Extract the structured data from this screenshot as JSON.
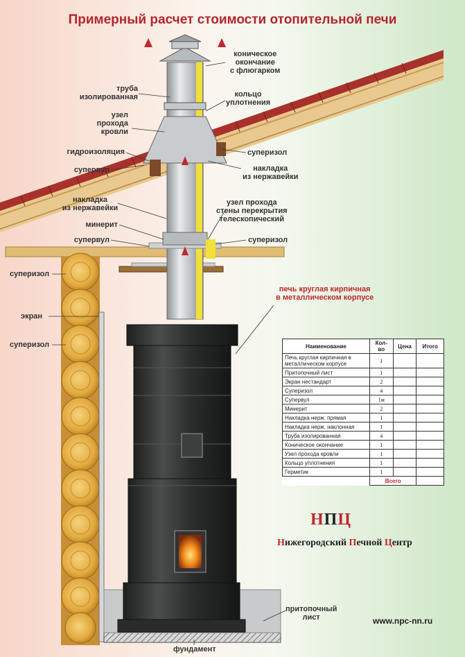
{
  "title": "Примерный расчет стоимости отопительной печи",
  "labels": {
    "conical_end": "коническое\nокончание\nс флюгарком",
    "pipe_insulated": "труба\nизолированная",
    "seal_ring": "кольцо\nуплотнения",
    "roof_passage": "узел\nпрохода\nкровли",
    "waterproofing": "гидроизоляция",
    "superizol_roof": "суперизол",
    "supervul_roof": "супервул",
    "plate_stainless_roof": "накладка\nиз нержавейки",
    "plate_stainless_ceiling": "накладка\nиз нержавейки",
    "wall_passage": "узел прохода\nстены перекрытия\nтелескопический",
    "minerit": "минерит",
    "supervul_ceiling": "супервул",
    "superizol_ceiling": "суперизол",
    "superizol_wall_top": "суперизол",
    "screen": "экран",
    "superizol_wall": "суперизол",
    "stove_callout": "печь круглая кирпичная\nв металлическом корпусе",
    "floor_sheet": "притопочный\nлист",
    "foundation": "фундамент"
  },
  "table": {
    "headers": [
      "Наименование",
      "Кол-во",
      "Цена",
      "Итого"
    ],
    "rows": [
      {
        "name": "Печь круглая кирпичная в металлическом корпусе",
        "qty": "1"
      },
      {
        "name": "Притопочный лист",
        "qty": "1"
      },
      {
        "name": "Экран нестандарт",
        "qty": "2"
      },
      {
        "name": "Суперизол",
        "qty": "4"
      },
      {
        "name": "Супервул",
        "qty": "1м"
      },
      {
        "name": "Минерит",
        "qty": "2"
      },
      {
        "name": "Накладка нерж. прямая",
        "qty": "1"
      },
      {
        "name": "Накладка нерж. наклонная",
        "qty": "1"
      },
      {
        "name": "Труба изолированная",
        "qty": "4"
      },
      {
        "name": "Коническое окончание",
        "qty": "1"
      },
      {
        "name": "Узел прохода кровли",
        "qty": "1"
      },
      {
        "name": "Кольцо уплотнения",
        "qty": "1"
      },
      {
        "name": "Герметик",
        "qty": "1"
      }
    ],
    "total_label": "Всего"
  },
  "logo": {
    "n": "Н",
    "p": "П",
    "c": "Ц"
  },
  "company": {
    "w1_first": "Н",
    "w1_rest": "ижегородский ",
    "w2_first": "П",
    "w2_rest": "ечной ",
    "w3_first": "Ц",
    "w3_rest": "ентр"
  },
  "website": "www.npc-nn.ru",
  "colors": {
    "title": "#b3262f",
    "accent": "#c0282e",
    "roof": "#a8312b",
    "log": "#e8b34a",
    "stove": "#2f3130",
    "yellow_insulation": "#f2e03a"
  }
}
